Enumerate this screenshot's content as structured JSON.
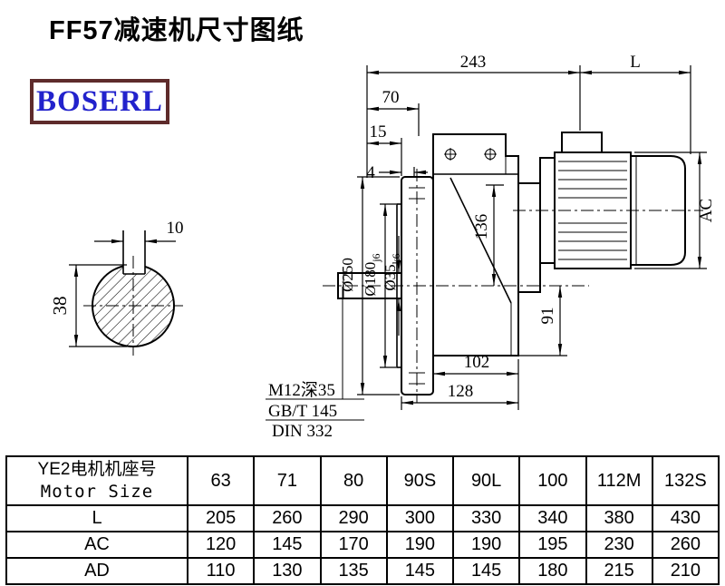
{
  "title": "FF57减速机尺寸图纸",
  "logo": {
    "text": "BOSERL",
    "text_color": "#2222cc",
    "border_color": "#5e2b2b"
  },
  "drawing": {
    "dims": {
      "overall_width": "243",
      "motor_length": "L",
      "shaft_len": "70",
      "d15": "15",
      "d4": "4",
      "key_width": "10",
      "shaft_end_dia": "38",
      "flange_dia": "Ø250",
      "spigot_dia": "Ø180",
      "spigot_tol": "j6",
      "shaft_dia": "Ø35",
      "shaft_tol": "k6",
      "d136": "136",
      "d91": "91",
      "d102": "102",
      "d128": "128",
      "motor_ac": "AC"
    },
    "callout": {
      "tap": "M12深35",
      "std1": "GB/T 145",
      "std2": "DIN 332"
    }
  },
  "table": {
    "header": {
      "col0_line1": "YE2电机机座号",
      "col0_line2": "Motor Size",
      "cols": [
        "63",
        "71",
        "80",
        "90S",
        "90L",
        "100",
        "112M",
        "132S"
      ]
    },
    "rows": [
      {
        "label": "L",
        "values": [
          "205",
          "260",
          "290",
          "300",
          "330",
          "340",
          "380",
          "430"
        ]
      },
      {
        "label": "AC",
        "values": [
          "120",
          "145",
          "170",
          "190",
          "190",
          "195",
          "230",
          "260"
        ]
      },
      {
        "label": "AD",
        "values": [
          "110",
          "130",
          "135",
          "145",
          "145",
          "180",
          "215",
          "210"
        ]
      }
    ]
  }
}
